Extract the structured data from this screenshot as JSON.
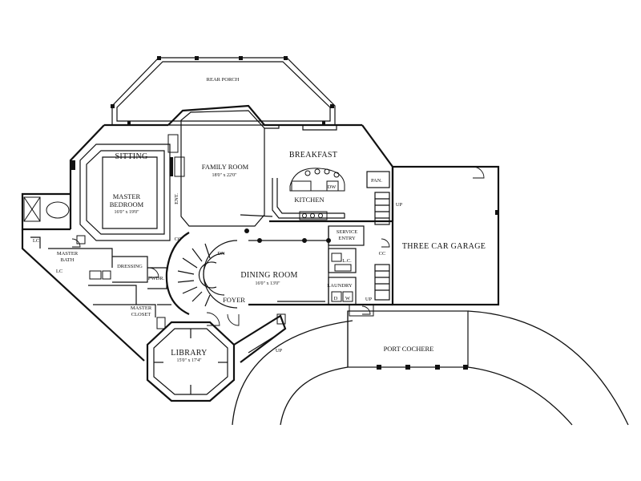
{
  "rooms": {
    "rear_porch": "REAR PORCH",
    "sitting": "SITTING",
    "master_bedroom_line1": "MASTER",
    "master_bedroom_line2": "BEDROOM",
    "master_bedroom_dim": "16'0\" x 19'0\"",
    "family_room": "FAMILY ROOM",
    "family_room_dim": "18'0\" x 22'0\"",
    "breakfast": "BREAKFAST",
    "kitchen": "KITCHEN",
    "pantry": "PAN.",
    "dw": "DW",
    "service_entry_line1": "SERVICE",
    "service_entry_line2": "ENTRY",
    "three_car_garage": "THREE CAR GARAGE",
    "dining_room": "DINING ROOM",
    "dining_room_dim": "16'0\" x 13'0\"",
    "foyer": "FOYER",
    "laundry": "LAUNDRY",
    "lc_upper": "L.C.",
    "master_bath_line1": "MASTER",
    "master_bath_line2": "BATH",
    "lc_left_top": "LC",
    "lc_left_bottom": "LC",
    "dressing": "DRESSING",
    "pwdr": "PWDR.",
    "master_closet_line1": "MASTER",
    "master_closet_line2": "CLOSET",
    "library": "LIBRARY",
    "library_dim": "15'0\" x 17'4\"",
    "port_cochere": "PORT COCHERE",
    "ent": "ENT.",
    "cc": "CC",
    "cc_right": "CC",
    "d": "D",
    "w": "W"
  },
  "stairs": {
    "dn": "DN",
    "up_garage_top": "UP",
    "up_garage_bottom": "UP",
    "up_entry": "UP"
  }
}
